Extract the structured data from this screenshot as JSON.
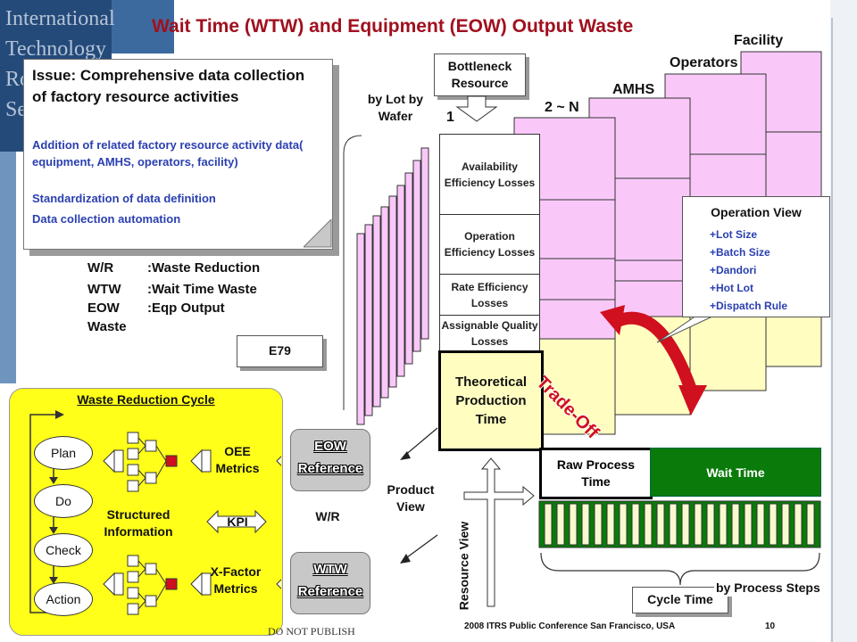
{
  "title": "Wait Time (WTW) and Equipment (EOW) Output Waste",
  "issue": {
    "heading": "Issue: Comprehensive data collection of factory resource activities",
    "items": [
      "Addition of related factory resource activity data( equipment, AMHS, operators, facility)",
      "Standardization of data definition",
      "Data collection automation"
    ]
  },
  "abbreviations": [
    {
      "key": "W/R",
      "value": ":Waste Reduction"
    },
    {
      "key": "WTW",
      "value": ":Wait Time Waste"
    },
    {
      "key": "EOW",
      "value": ":Eqp Output"
    },
    {
      "key": "Waste",
      "value": ""
    }
  ],
  "e79_label": "E79",
  "bottleneck_label": "Bottleneck Resource",
  "by_lot_label": "by Lot by Wafer",
  "resource_labels": {
    "one": "1",
    "two_n": "2 ~ N",
    "amhs": "AMHS",
    "operators": "Operators",
    "facility": "Facility"
  },
  "losses": [
    "Availability Efficiency Losses",
    "Operation Efficiency Losses",
    "Rate Efficiency Losses",
    "Assignable Quality Losses"
  ],
  "theoretical_label": "Theoretical Production Time",
  "trade_off_label": "Trade-Off",
  "operation_view": {
    "title": "Operation View",
    "items": [
      "Lot Size",
      "Batch Size",
      "Dandori",
      "Hot Lot",
      "Dispatch Rule"
    ]
  },
  "raw_process_label": "Raw Process Time",
  "wait_time_label": "Wait Time",
  "product_view_label": "Product View",
  "resource_view_label": "Resource View",
  "cycle_time_label": "Cycle Time",
  "by_process_steps_label": "by Process Steps",
  "cycle": {
    "title": "Waste Reduction Cycle",
    "steps": [
      "Plan",
      "Do",
      "Check",
      "Action"
    ],
    "oee_label": "OEE Metrics",
    "kpi_label": "KPI",
    "structured_label": "Structured Information",
    "xfactor_label": "X-Factor Metrics"
  },
  "eow_ref": {
    "line1": "EOW",
    "line2": "Reference"
  },
  "wtw_ref": {
    "line1": "WTW",
    "line2": "Reference"
  },
  "wr_label": "W/R",
  "footer": {
    "conference": "2008 ITRS Public Conference   San Francisco, USA",
    "page": "10",
    "notice": "DO NOT PUBLISH"
  },
  "colors": {
    "title": "#a0101e",
    "issue_text": "#2a3fb0",
    "sheet_pink": "#f9c8f9",
    "sheet_yellow": "#fffec0",
    "wait_green": "#0a7a0a",
    "trade_off": "#d0101e",
    "cycle_bg": "#ffff1a"
  }
}
